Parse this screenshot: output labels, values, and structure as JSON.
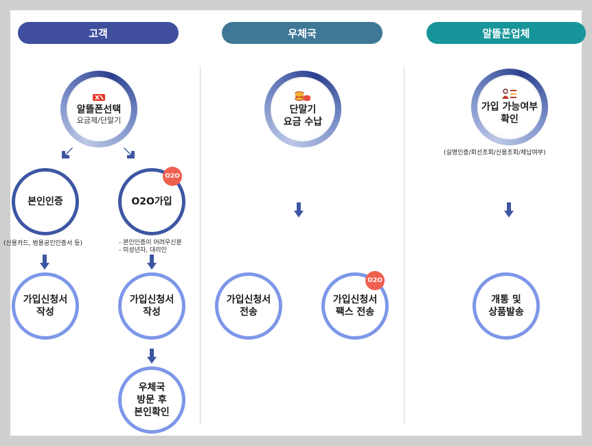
{
  "columns": {
    "customer": {
      "label": "고객",
      "color": "#3f4f9e"
    },
    "post_office": {
      "label": "우체국",
      "color": "#3f7896"
    },
    "vendor": {
      "label": "알뜰폰업체",
      "color": "#17959a"
    }
  },
  "nodes": {
    "select_phone": {
      "title": "알뜰폰선택",
      "subtitle": "요금제/단말기",
      "icon": "phone-logo-icon"
    },
    "identity_verify": {
      "title": "본인인증"
    },
    "o2o_join": {
      "title": "O2O가입",
      "badge": "O2O"
    },
    "application_write_a": {
      "line1": "가입신청서",
      "line2": "작성"
    },
    "application_write_b": {
      "line1": "가입신청서",
      "line2": "작성"
    },
    "visit_verify": {
      "line1": "우체국",
      "line2": "방문 후",
      "line3": "본인확인"
    },
    "device_payment": {
      "line1": "단말기",
      "line2": "요금 수납",
      "icon": "coin-stack-icon"
    },
    "application_send": {
      "line1": "가입신청서",
      "line2": "전송"
    },
    "application_fax": {
      "line1": "가입신청서",
      "line2": "팩스 전송",
      "badge": "O2O"
    },
    "eligibility_check": {
      "line1": "가입 가능여부",
      "line2": "확인",
      "icon": "checklist-icon"
    },
    "activation": {
      "line1": "개통 및",
      "line2": "상품발송"
    }
  },
  "notes": {
    "identity_methods": "(신용카드, 범용공인인증서 등)",
    "o2o_conditions_1": "- 본인인증이 어려우신분",
    "o2o_conditions_2": "- 미성년자, 대리인",
    "eligibility_items": "(실명인증/회선조회/신용조회/체납여부)"
  }
}
